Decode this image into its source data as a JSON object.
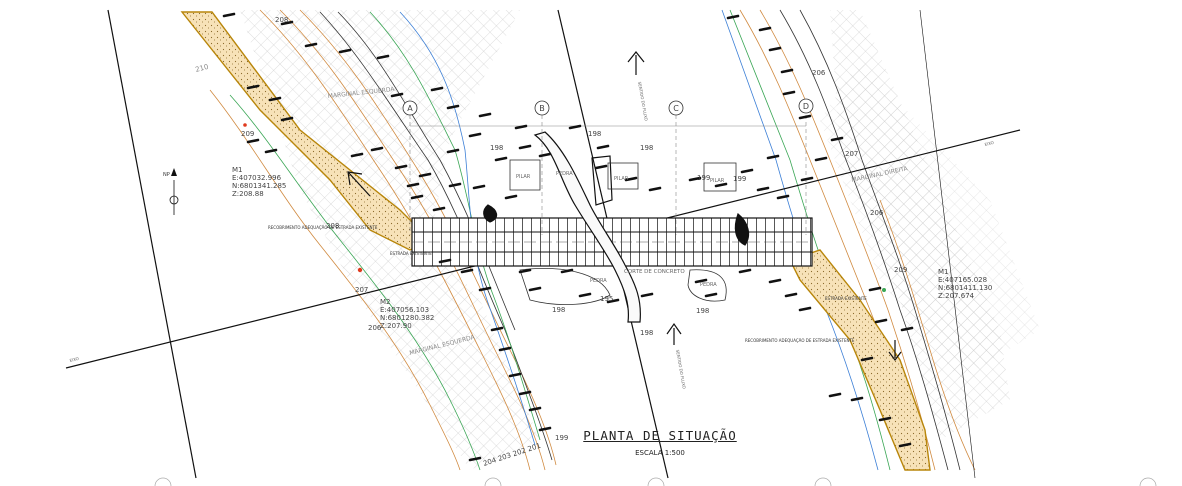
{
  "title": "PLANTA DE SITUAÇÃO",
  "scale": "ESCALA 1:500",
  "axes": [
    "A",
    "B",
    "C",
    "D"
  ],
  "elevations": {
    "e210": "210",
    "e209a": "209",
    "e209b": "209",
    "e208a": "208",
    "e208b": "208",
    "e207a": "207",
    "e207b": "207",
    "e206a": "206",
    "e206b": "206",
    "e206c": "206",
    "e199a": "199",
    "e199b": "199",
    "e199c": "199",
    "e198a": "198",
    "e198b": "198",
    "e198c": "198",
    "e198d": "198",
    "e198e": "198",
    "e198f": "198",
    "e195": "195",
    "bottom_seq": "204 203 202 201"
  },
  "labels": {
    "mata_1": "MARGINAL ESQUERDA",
    "mata_2": "MARGINAL DIREITA",
    "mata_3": "MARGINAL ESQUERDA",
    "pedra_1": "PEDRA",
    "pedra_2": "PEDRA",
    "pedra_3": "PEDRA",
    "pilar_1": "PILAR",
    "pilar_2": "PILAR",
    "pilar_3": "PILAR",
    "corte": "CORTE DE CONCRETO",
    "fluxo_1": "SENTIDO DO FLUXO",
    "fluxo_2": "SENTIDO DO FLUXO",
    "np": "NP",
    "recobrimento_1": "RECOBRIMENTO ADEQUAÇÃO DE ESTRADA EXISTENTE",
    "recobrimento_2": "RECOBRIMENTO ADEQUAÇÃO DE ESTRADA EXISTENTE",
    "estrada_1": "ESTRADA EXISTENTE",
    "estrada_2": "ESTRADA EXISTENTE",
    "eixo_1": "EIXO",
    "eixo_2": "EIXO"
  },
  "marks": {
    "m1": {
      "name": "M1",
      "e": "E:407032.996",
      "n": "N:6801341.285",
      "z": "Z:208.88"
    },
    "m2": {
      "name": "M2",
      "e": "E:407056.103",
      "n": "N:6801280.382",
      "z": "Z:207.90"
    },
    "m3": {
      "name": "M1",
      "e": "E:407165.028",
      "n": "N:6801411.130",
      "z": "Z:207.674"
    }
  },
  "colors": {
    "road_fill": "#f5deb3",
    "road_edge": "#b8860b",
    "contour_orange": "#d08a40",
    "contour_green": "#3aa655",
    "contour_blue": "#3c7fd6",
    "contour_dark": "#333333",
    "hatch": "#c4c4c4",
    "point_red": "#e03a1e"
  }
}
